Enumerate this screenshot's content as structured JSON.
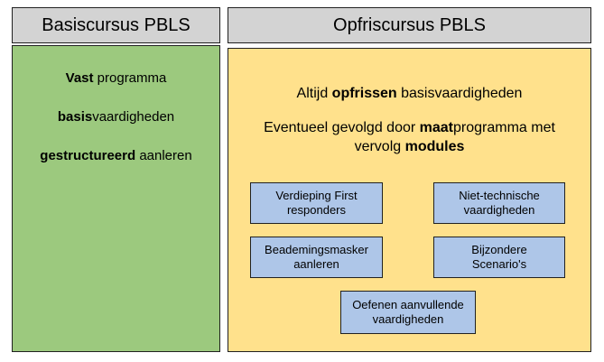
{
  "colors": {
    "header_bg": "#d3d3d3",
    "green_bg": "#9cc97e",
    "yellow_bg": "#ffe18c",
    "blue_bg": "#aec6e8",
    "border": "#212121"
  },
  "left_column": {
    "header": "Basiscursus PBLS",
    "lines": [
      {
        "segments": [
          {
            "text": "Vast",
            "bold": true
          },
          {
            "text": " programma",
            "bold": false
          }
        ]
      },
      {
        "segments": [
          {
            "text": "basis",
            "bold": true
          },
          {
            "text": "vaardigheden",
            "bold": false
          }
        ]
      },
      {
        "segments": [
          {
            "text": "gestructureerd",
            "bold": true
          },
          {
            "text": " aanleren",
            "bold": false
          }
        ]
      }
    ]
  },
  "right_column": {
    "header": "Opfriscursus PBLS",
    "intro": {
      "segments": [
        {
          "text": "Altijd ",
          "bold": false
        },
        {
          "text": "opfrissen",
          "bold": true
        },
        {
          "text": " basisvaardigheden",
          "bold": false
        }
      ]
    },
    "followup": {
      "segments": [
        {
          "text": "Eventueel gevolgd door ",
          "bold": false
        },
        {
          "text": "maat",
          "bold": true
        },
        {
          "text": "programma met\nvervolg ",
          "bold": false
        },
        {
          "text": "modules",
          "bold": true
        }
      ]
    },
    "modules": [
      {
        "label": "Verdieping First\nresponders"
      },
      {
        "label": "Niet-technische\nvaardigheden"
      },
      {
        "label": "Beademingsmasker\naanleren"
      },
      {
        "label": "Bijzondere\nScenario's"
      },
      {
        "label": "Oefenen aanvullende\nvaardigheden"
      }
    ]
  }
}
